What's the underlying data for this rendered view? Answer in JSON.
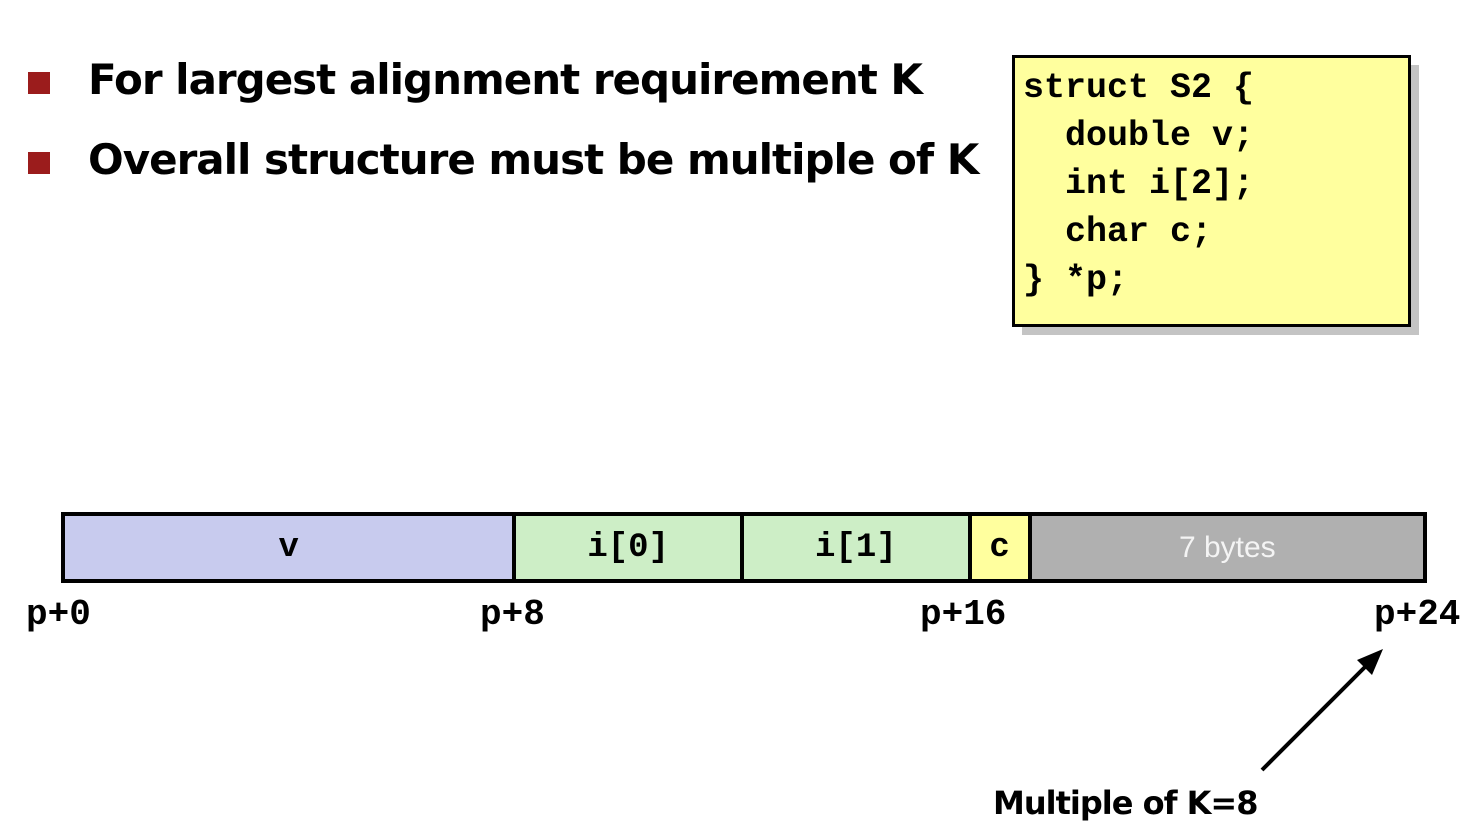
{
  "bullets": [
    "For largest alignment requirement K",
    "Overall structure must be multiple of K"
  ],
  "code": {
    "lines": [
      "struct S2 {",
      "  double v;",
      "  int i[2];",
      "  char c;",
      "} *p;"
    ]
  },
  "memory": {
    "cells": [
      {
        "label": "v",
        "bytes": 8,
        "color": "#c8cbee"
      },
      {
        "label": "i[0]",
        "bytes": 4,
        "color": "#cdeec6"
      },
      {
        "label": "i[1]",
        "bytes": 4,
        "color": "#cdeec6"
      },
      {
        "label": "c",
        "bytes": 1,
        "color": "#ffff9e"
      },
      {
        "label": "7 bytes",
        "bytes": 7,
        "color": "#b0b0b0"
      }
    ],
    "addresses": [
      "p+0",
      "p+8",
      "p+16",
      "p+24"
    ]
  },
  "note": "Multiple of K=8",
  "colors": {
    "bullet": "#9b1c1c",
    "code_bg": "#ffff9e"
  }
}
